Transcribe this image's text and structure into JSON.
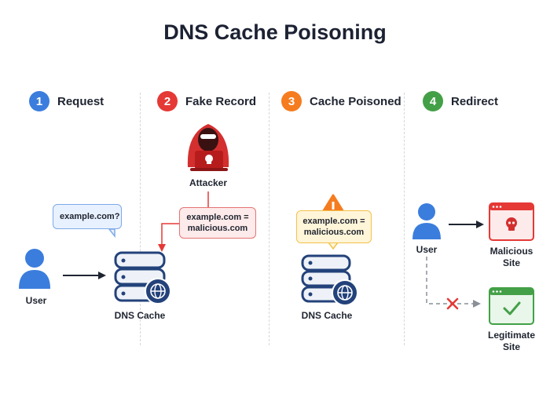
{
  "title": "DNS Cache Poisoning",
  "steps": [
    {
      "num": "1",
      "label": "Request",
      "color": "#3b7ddd"
    },
    {
      "num": "2",
      "label": "Fake Record",
      "color": "#e53935"
    },
    {
      "num": "3",
      "label": "Cache Poisoned",
      "color": "#f57c1f"
    },
    {
      "num": "4",
      "label": "Redirect",
      "color": "#43a047"
    }
  ],
  "panel1": {
    "bubble": "example.com?",
    "user_label": "User",
    "cache_label": "DNS Cache"
  },
  "panel2": {
    "attacker_label": "Attacker",
    "bubble_line1": "example.com =",
    "bubble_line2": "malicious.com"
  },
  "panel3": {
    "bubble_line1": "example.com =",
    "bubble_line2": "malicious.com",
    "cache_label": "DNS Cache"
  },
  "panel4": {
    "user_label": "User",
    "malicious_line1": "Malicious",
    "malicious_line2": "Site",
    "legit_line1": "Legitimate",
    "legit_line2": "Site"
  },
  "colors": {
    "user_blue": "#3b7ddd",
    "attacker_red": "#d32f2f",
    "warning_orange": "#f57c1f",
    "legit_green": "#43a047",
    "server_navy": "#23427a"
  }
}
